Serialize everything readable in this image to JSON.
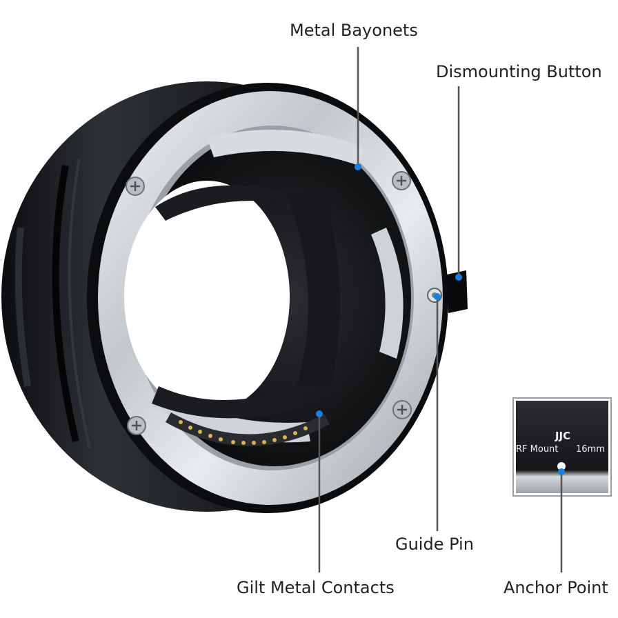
{
  "callouts": {
    "metal_bayonets": "Metal Bayonets",
    "dismounting_button": "Dismounting Button",
    "guide_pin": "Guide Pin",
    "gilt_metal_contacts": "Gilt Metal Contacts",
    "anchor_point": "Anchor Point"
  },
  "inset": {
    "brand": "JJC",
    "mount": "RF Mount",
    "size": "16mm"
  },
  "colors": {
    "accent_dot": "#1a7fe0",
    "leader_line": "#555555",
    "tube_body": "#1c1e22",
    "mount_plate": "#c9cdd2"
  }
}
